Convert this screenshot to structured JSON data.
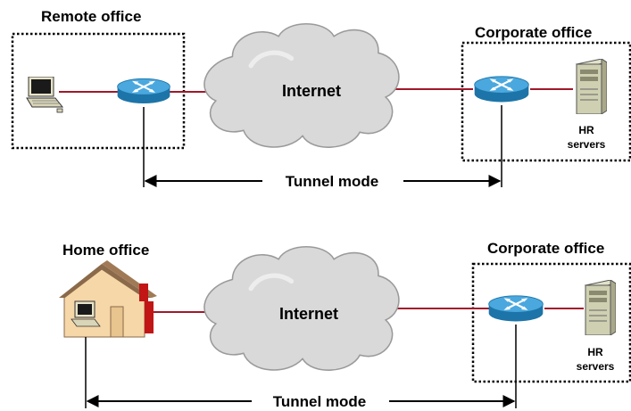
{
  "top": {
    "left_site_label": "Remote office",
    "right_site_label": "Corporate office",
    "cloud_label": "Internet",
    "tunnel_label": "Tunnel mode",
    "server_label_line1": "HR",
    "server_label_line2": "servers"
  },
  "bottom": {
    "left_site_label": "Home office",
    "right_site_label": "Corporate office",
    "cloud_label": "Internet",
    "tunnel_label": "Tunnel mode",
    "server_label_line1": "HR",
    "server_label_line2": "servers"
  },
  "colors": {
    "link": "#a0182a",
    "router_body": "#2b8fc8",
    "router_top": "#5fb7e6",
    "cloud_fill": "#d8d8d8",
    "server_fill": "#c9c9a8"
  },
  "icons": [
    "laptop-icon",
    "router-icon",
    "cloud-icon",
    "server-icon",
    "house-icon"
  ]
}
